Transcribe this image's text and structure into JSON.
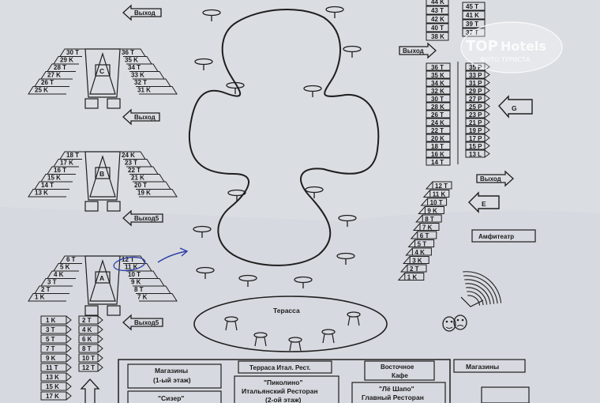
{
  "logo": {
    "brand": "TOP",
    "brand2": "Hotels",
    "sub": "ФОТО ТУРИСТА"
  },
  "exit_label": "Выход",
  "exit5_label": "Выход5",
  "blocks": [
    {
      "letter": "C",
      "left": [
        "30 T",
        "29 K",
        "28 T",
        "27 K",
        "26 T",
        "25 K"
      ],
      "right": [
        "36 T",
        "35 K",
        "34 T",
        "33 K",
        "32 T",
        "31 K"
      ]
    },
    {
      "letter": "B",
      "left": [
        "18 T",
        "17 K",
        "16 T",
        "15 K",
        "14 T",
        "13 K"
      ],
      "right": [
        "24 K",
        "23 T",
        "22 T",
        "21 K",
        "20 T",
        "19 K"
      ]
    },
    {
      "letter": "A",
      "left": [
        "6 T",
        "5 K",
        "4 K",
        "3 T",
        "2 T",
        "1 K"
      ],
      "right": [
        "12 T",
        "11 K",
        "10 T",
        "9 K",
        "8 T",
        "7 K"
      ]
    }
  ],
  "bottom_rows": {
    "left": [
      "1 K",
      "3 T",
      "5 T",
      "7 T",
      "9 K",
      "11 T",
      "13 K",
      "15 K",
      "17 K"
    ],
    "right": [
      "2 T",
      "4 K",
      "6 K",
      "8 T",
      "10 T",
      "12 T"
    ]
  },
  "g_block": {
    "letter": "G",
    "top_col": [
      "44 K",
      "43 T",
      "42 K",
      "40 T",
      "38 K"
    ],
    "top_col2": [
      "45 T",
      "41 K",
      "39 T",
      "37 T"
    ],
    "left_col": [
      "36 T",
      "35 K",
      "34 K",
      "32 K",
      "30 T",
      "28 K",
      "26 T",
      "24 K",
      "22 T",
      "20 K",
      "18 T",
      "16 K",
      "14 T"
    ],
    "right_col": [
      "35 P",
      "33 P",
      "31 P",
      "29 P",
      "27 P",
      "25 P",
      "23 P",
      "21 P",
      "19 P",
      "17 P",
      "15 P",
      "13 L"
    ]
  },
  "e_block": {
    "letter": "E",
    "rows": [
      "12 T",
      "11 K",
      "10 T",
      "9 K",
      "8 T",
      "7 K",
      "6 T",
      "5 T",
      "4 K",
      "3 K",
      "2 T",
      "1 K"
    ]
  },
  "amphitheatre": "Амфитеатр",
  "terrace": "Терасса",
  "bottom_boxes": {
    "shops1": "Магазины",
    "shops1_floor": "(1-ый этаж)",
    "caesar": "\"Сизер\"",
    "terrace_it": "Терраса Итал. Рест.",
    "pikolino": "\"Пиколино\"",
    "it_rest": "Итальянский Ресторан",
    "floor2": "(2-ой этаж)",
    "east_cafe1": "Восточное",
    "east_cafe2": "Кафе",
    "le_chateau": "\"Лё Шапо\"",
    "main_rest": "Главный Ресторан",
    "shops2": "Магазины"
  },
  "colors": {
    "paper": "#d6d9df",
    "ink": "#1e1e1e",
    "pen": "#2d3fa8"
  }
}
